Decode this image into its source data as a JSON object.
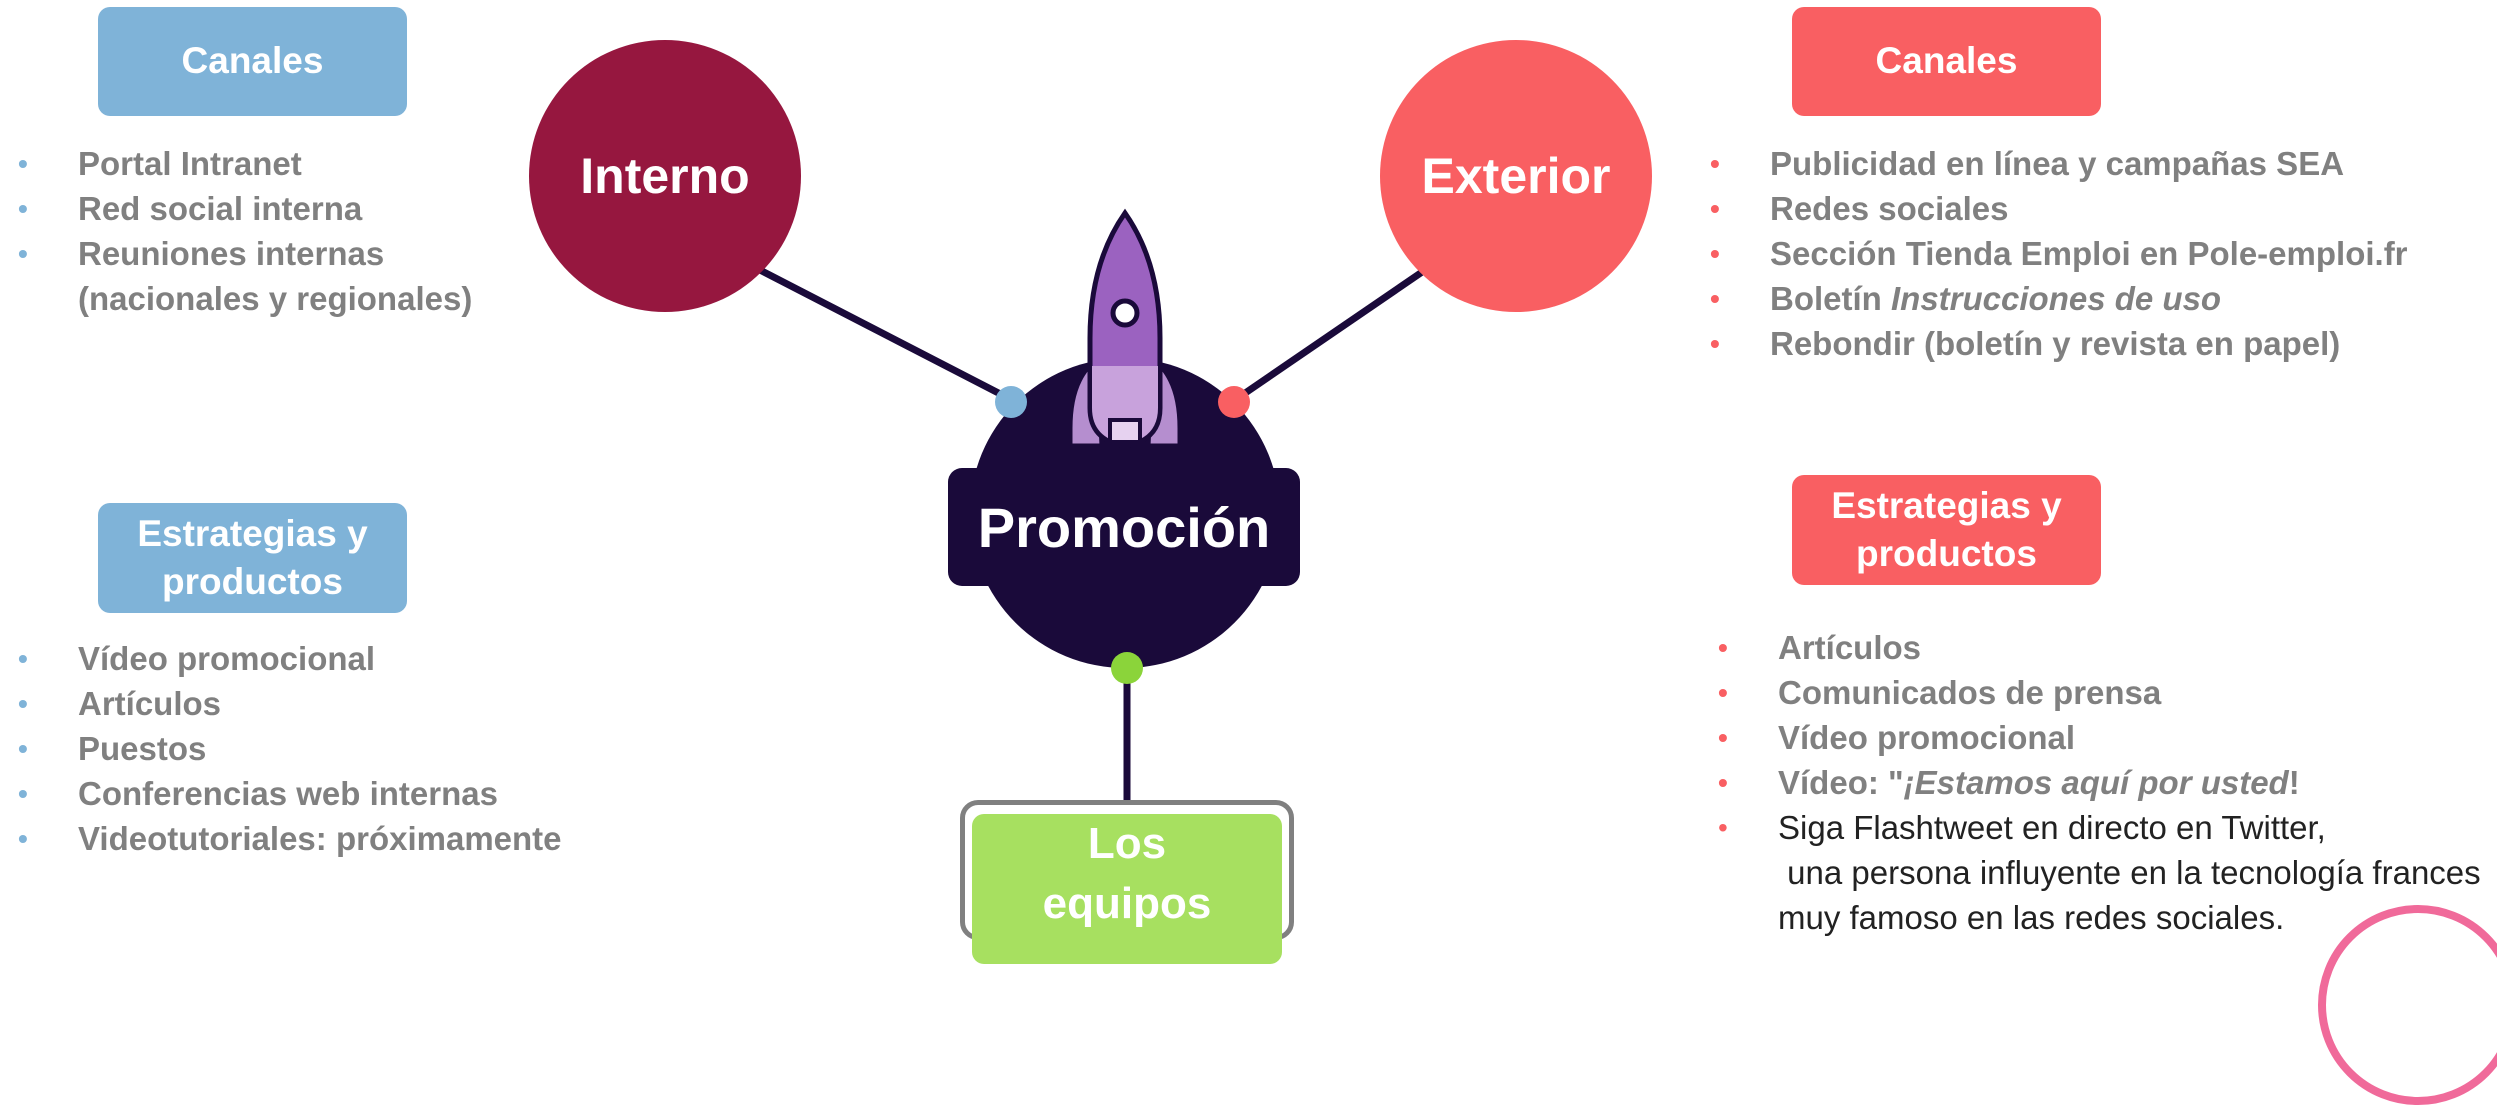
{
  "center": {
    "title": "Promoción"
  },
  "internal": {
    "circle_label": "Interno",
    "channels_title": "Canales",
    "channels": [
      {
        "text": "Portal Intranet"
      },
      {
        "text": "Red social interna"
      },
      {
        "text": "Reuniones internas",
        "cont": "(nacionales y regionales)"
      }
    ],
    "strategies_title_line1": "Estrategias y",
    "strategies_title_line2": "productos",
    "strategies": [
      "Vídeo promocional",
      "Artículos",
      "Puestos",
      "Conferencias web internas",
      "Videotutoriales: próximamente"
    ]
  },
  "external": {
    "circle_label": "Exterior",
    "channels_title": "Canales",
    "channels": {
      "c1": "Publicidad en línea y campañas SEA",
      "c2": "Redes sociales",
      "c3": "Sección Tienda Emploi en Pole-emploi.fr",
      "c4_prefix": "Boletín ",
      "c4_italic": "Instrucciones de uso",
      "c5": "Rebondir (boletín y revista en papel)"
    },
    "strategies_title_line1": "Estrategias y",
    "strategies_title_line2": "productos",
    "strategies": {
      "s1": "Artículos",
      "s2": "Comunicados de prensa",
      "s3": "Vídeo promocional",
      "s4_prefix": "Vídeo: \"",
      "s4_italic": "¡Estamos aquí por usted",
      "s4_suffix": "!",
      "s5_line1": "Siga Flashtweet en directo en Twitter,",
      "s5_line2": " una persona influyente en la tecnología frances",
      "s5_line3": "muy famoso en las redes sociales."
    }
  },
  "teams": {
    "line1": "Los",
    "line2": "equipos"
  },
  "colors": {
    "internal": "#96173f",
    "external": "#f95f62",
    "blue": "#7fb3d8",
    "center": "#1a0a3a",
    "teams": "#a7e060",
    "green_dot": "#8bd43a"
  },
  "icons": [
    "rocket-icon"
  ]
}
